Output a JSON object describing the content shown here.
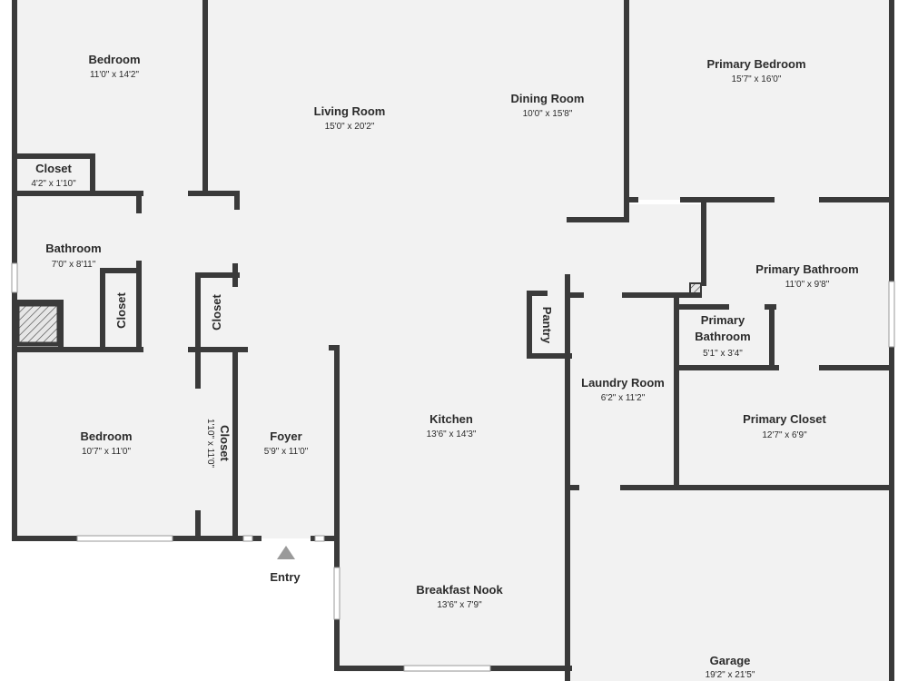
{
  "rooms": [
    {
      "id": "bedroom-top-left",
      "name": "Bedroom",
      "dim": "11'0\" x 14'2\""
    },
    {
      "id": "closet-top-left",
      "name": "Closet",
      "dim": "4'2\" x 1'10\""
    },
    {
      "id": "bathroom",
      "name": "Bathroom",
      "dim": "7'0\" x 8'11\""
    },
    {
      "id": "closet-hall-a",
      "name": "Closet",
      "dim": ""
    },
    {
      "id": "closet-hall-b",
      "name": "Closet",
      "dim": ""
    },
    {
      "id": "bedroom-bottom-left",
      "name": "Bedroom",
      "dim": "10'7\" x 11'0\""
    },
    {
      "id": "closet-bedroom",
      "name": "Closet",
      "dim": "1'10\" x 11'0\""
    },
    {
      "id": "foyer",
      "name": "Foyer",
      "dim": "5'9\" x 11'0\""
    },
    {
      "id": "living-room",
      "name": "Living Room",
      "dim": "15'0\" x 20'2\""
    },
    {
      "id": "dining-room",
      "name": "Dining Room",
      "dim": "10'0\" x 15'8\""
    },
    {
      "id": "kitchen",
      "name": "Kitchen",
      "dim": "13'6\" x 14'3\""
    },
    {
      "id": "breakfast-nook",
      "name": "Breakfast Nook",
      "dim": "13'6\" x 7'9\""
    },
    {
      "id": "pantry",
      "name": "Pantry",
      "dim": ""
    },
    {
      "id": "laundry-room",
      "name": "Laundry Room",
      "dim": "6'2\" x 11'2\""
    },
    {
      "id": "primary-bedroom",
      "name": "Primary Bedroom",
      "dim": "15'7\" x 16'0\""
    },
    {
      "id": "primary-bathroom-main",
      "name": "Primary Bathroom",
      "dim": "11'0\" x 9'8\""
    },
    {
      "id": "primary-bathroom-small",
      "name_line1": "Primary",
      "name_line2": "Bathroom",
      "dim": "5'1\" x 3'4\""
    },
    {
      "id": "primary-closet",
      "name": "Primary Closet",
      "dim": "12'7\" x 6'9\""
    },
    {
      "id": "garage",
      "name": "Garage",
      "dim": "19'2\" x 21'5\""
    }
  ],
  "entry": {
    "label": "Entry"
  },
  "colors": {
    "wall": "#3a3a3a",
    "floor": "#f2f2f2",
    "window": "#ffffff",
    "window_edge": "#9a9a9a",
    "text": "#2b2b2b"
  }
}
